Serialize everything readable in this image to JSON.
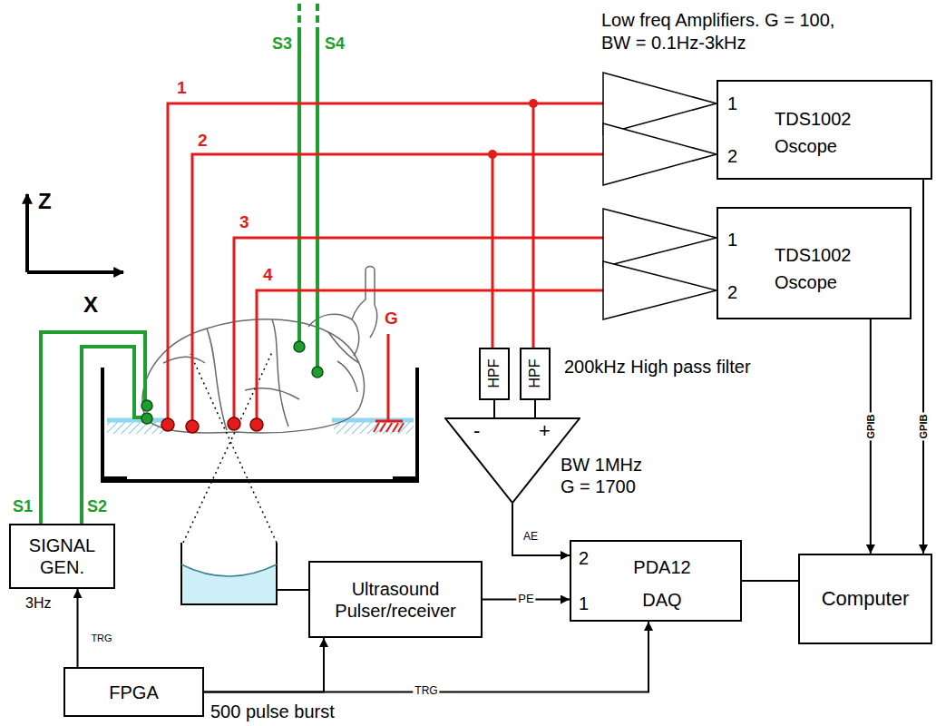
{
  "diagram": {
    "nodes": [
      {
        "text": [
          "1",
          "2",
          "TDS1002 Oscope"
        ]
      },
      {
        "text": [
          "1",
          "2",
          "TDS1002 Oscope"
        ]
      },
      {
        "text": [
          "HPF"
        ]
      },
      {
        "text": [
          "HPF"
        ]
      },
      {
        "text": [
          "-",
          "+"
        ]
      },
      {
        "text": [
          "SIGNAL GEN."
        ]
      },
      {
        "text": [
          "Ultrasound Pulser/receiver"
        ]
      },
      {
        "text": [
          "2",
          "1",
          "PDA12 DAQ"
        ]
      },
      {
        "text": [
          "FPGA"
        ]
      },
      {
        "text": [
          "Computer"
        ]
      }
    ],
    "edges": [
      {
        "from": 2,
        "to": 4,
        "arrow": "none"
      },
      {
        "from": 3,
        "to": 4,
        "arrow": "none"
      },
      {
        "from": 4,
        "to": 7,
        "label": "AE",
        "arrow": "to"
      },
      {
        "from": 6,
        "to": 7,
        "label": "PE",
        "arrow": "to"
      },
      {
        "from": 8,
        "to": 5,
        "label": "TRG",
        "arrow": "to"
      },
      {
        "from": 8,
        "to": 6,
        "arrow": "to"
      },
      {
        "from": 8,
        "to": 7,
        "label": "TRG",
        "arrow": "to"
      },
      {
        "from": 7,
        "to": 9,
        "arrow": "none"
      },
      {
        "from": 0,
        "to": 9,
        "label": "GPIB",
        "arrow": "to"
      },
      {
        "from": 1,
        "to": 9,
        "label": "GPIB",
        "arrow": "to"
      }
    ],
    "labels": [
      "Low freq Amplifiers. G = 100, BW = 0.1Hz-3kHz",
      "S3",
      "S4",
      "1",
      "2",
      "3",
      "4",
      "G",
      "Z",
      "X",
      "200kHz High pass filter",
      "BW 1MHz G = 1700",
      "S1",
      "S2",
      "3Hz",
      "500 pulse burst"
    ]
  }
}
